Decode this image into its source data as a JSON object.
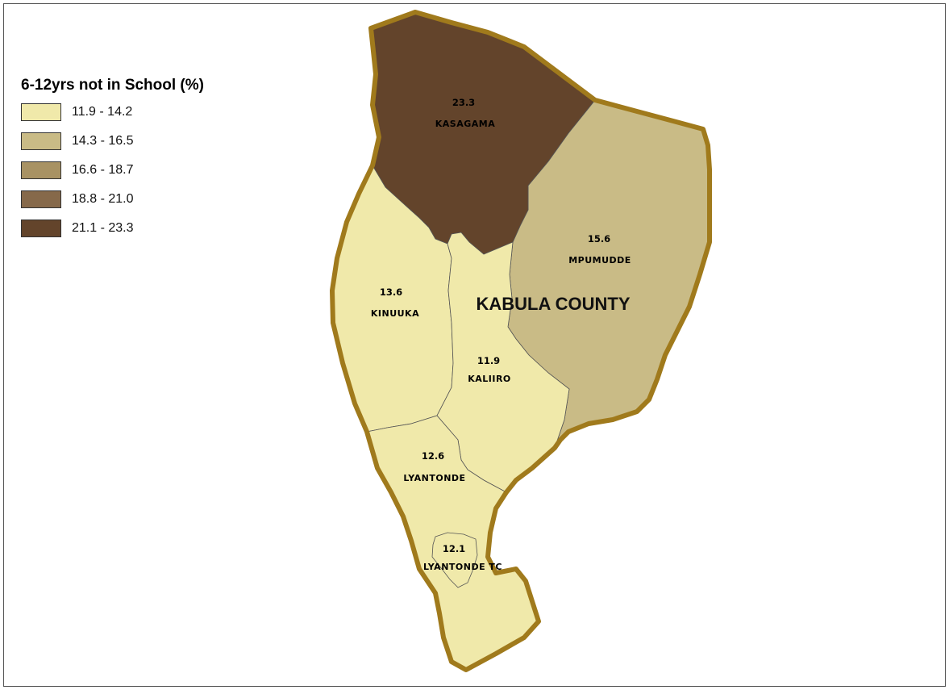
{
  "legend": {
    "title": "6-12yrs  not in School (%)",
    "classes": [
      {
        "label": "11.9 - 14.2",
        "color": "#f0e9aa"
      },
      {
        "label": "14.3 - 16.5",
        "color": "#c9bb86"
      },
      {
        "label": "16.6 - 18.7",
        "color": "#a89263"
      },
      {
        "label": "18.8 - 21.0",
        "color": "#86694a"
      },
      {
        "label": "21.1 - 23.3",
        "color": "#63442b"
      }
    ]
  },
  "county_label": "KABULA COUNTY",
  "border_color": "#a07a1c",
  "regions": [
    {
      "name": "KASAGAMA",
      "value": "23.3",
      "color": "#63442b"
    },
    {
      "name": "MPUMUDDE",
      "value": "15.6",
      "color": "#c9bb86"
    },
    {
      "name": "KINUUKA",
      "value": "13.6",
      "color": "#f0e9aa"
    },
    {
      "name": "KALIIRO",
      "value": "11.9",
      "color": "#f0e9aa"
    },
    {
      "name": "LYANTONDE",
      "value": "12.6",
      "color": "#f0e9aa"
    },
    {
      "name": "LYANTONDE TC",
      "value": "12.1",
      "color": "#f0e9aa"
    }
  ]
}
